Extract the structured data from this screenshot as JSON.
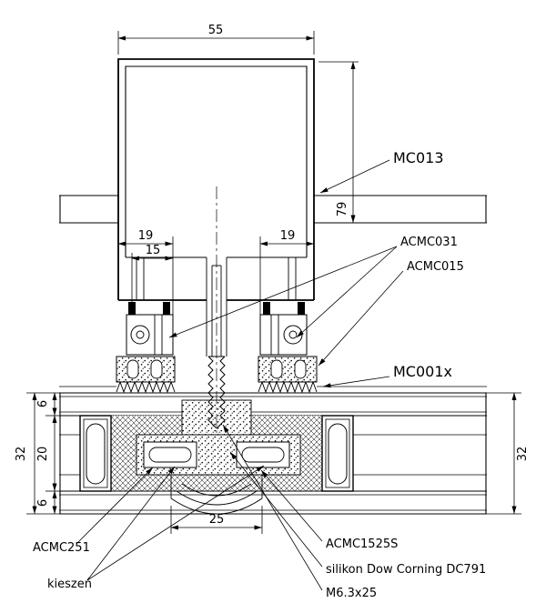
{
  "drawing": {
    "colors": {
      "line": "#000000",
      "background": "#ffffff"
    },
    "dimensions": {
      "top_width": "55",
      "profile_height": "79",
      "left_offset": "19",
      "right_offset": "19",
      "inner_offset": "15",
      "panel_thickness_left": "32",
      "skin_top": "6",
      "core": "20",
      "skin_bottom": "6",
      "panel_thickness_right": "32",
      "pocket_width": "25"
    },
    "labels": {
      "mullion_profile": "MC013",
      "gasket_isolator": "ACMC031",
      "clip_gasket": "ACMC015",
      "transom_profile": "MC001x",
      "edge_profile": "ACMC251",
      "pocket": "kieszeń",
      "pressure_plate": "ACMC1525S",
      "sealant": "silikon Dow Corning DC791",
      "screw": "M6.3x25"
    }
  }
}
